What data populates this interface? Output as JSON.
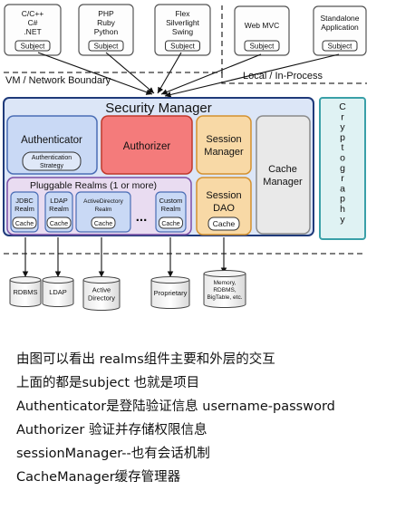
{
  "colors": {
    "blue_fill": "#c9d9f5",
    "blue_stroke": "#4a6db5",
    "red_fill": "#f47b7b",
    "red_stroke": "#c0392b",
    "orange_fill": "#f8d9a6",
    "orange_stroke": "#d4912f",
    "gray_fill": "#e9e9e9",
    "gray_stroke": "#8a8a8a",
    "purple_fill": "#e9dcf1",
    "purple_stroke": "#7b4fa6",
    "teal_fill": "#dff2f3",
    "teal_stroke": "#3aa0a8",
    "dark_stroke": "#1f3a7a"
  },
  "clients": [
    {
      "lines": [
        "C/C++",
        "C#",
        ".NET"
      ],
      "badge": "Subject"
    },
    {
      "lines": [
        "PHP",
        "Ruby",
        "Python"
      ],
      "badge": "Subject"
    },
    {
      "lines": [
        "Flex",
        "Silverlight",
        "Swing"
      ],
      "badge": "Subject"
    },
    {
      "lines": [
        "Web MVC"
      ],
      "badge": "Subject"
    },
    {
      "lines": [
        "Standalone",
        "Application"
      ],
      "badge": "Subject"
    }
  ],
  "boundaries": {
    "vm_network": "VM / Network Boundary",
    "local_in_process": "Local / In-Process"
  },
  "security_manager": {
    "title": "Security Manager",
    "authenticator": "Authenticator",
    "authentication_strategy": [
      "Authentication",
      "Strategy"
    ],
    "authorizer": "Authorizer",
    "session_manager": [
      "Session",
      "Manager"
    ],
    "cache_manager": [
      "Cache",
      "Manager"
    ],
    "session_dao": [
      "Session",
      "DAO"
    ],
    "session_dao_cache": "Cache"
  },
  "pluggable_realms": {
    "title": "Pluggable Realms (1 or more)",
    "realms": [
      {
        "lines": [
          "JDBC",
          "Realm"
        ],
        "cache": "Cache"
      },
      {
        "lines": [
          "LDAP",
          "Realm"
        ],
        "cache": "Cache"
      },
      {
        "lines": [
          "ActiveDirectory",
          "Realm"
        ],
        "cache": "Cache"
      },
      {
        "lines": [
          "Custom",
          "Realm"
        ],
        "cache": "Cache"
      }
    ],
    "ellipsis": "..."
  },
  "cryptography": [
    "C",
    "r",
    "y",
    "p",
    "t",
    "o",
    "g",
    "r",
    "a",
    "p",
    "h",
    "y"
  ],
  "datastores": [
    {
      "lines": [
        "RDBMS"
      ]
    },
    {
      "lines": [
        "LDAP"
      ]
    },
    {
      "lines": [
        "Active",
        "Directory"
      ]
    },
    {
      "lines": [
        "Proprietary"
      ]
    },
    {
      "lines": [
        "Memory,",
        "RDBMS,",
        "BigTable, etc."
      ]
    }
  ],
  "notes": [
    "由图可以看出 realms组件主要和外层的交互",
    "上面的都是subject 也就是项目",
    "Authenticator是登陆验证信息 username-password",
    "Authorizer  验证并存储权限信息",
    "sessionManager--也有会话机制",
    "CacheManager缓存管理器"
  ]
}
